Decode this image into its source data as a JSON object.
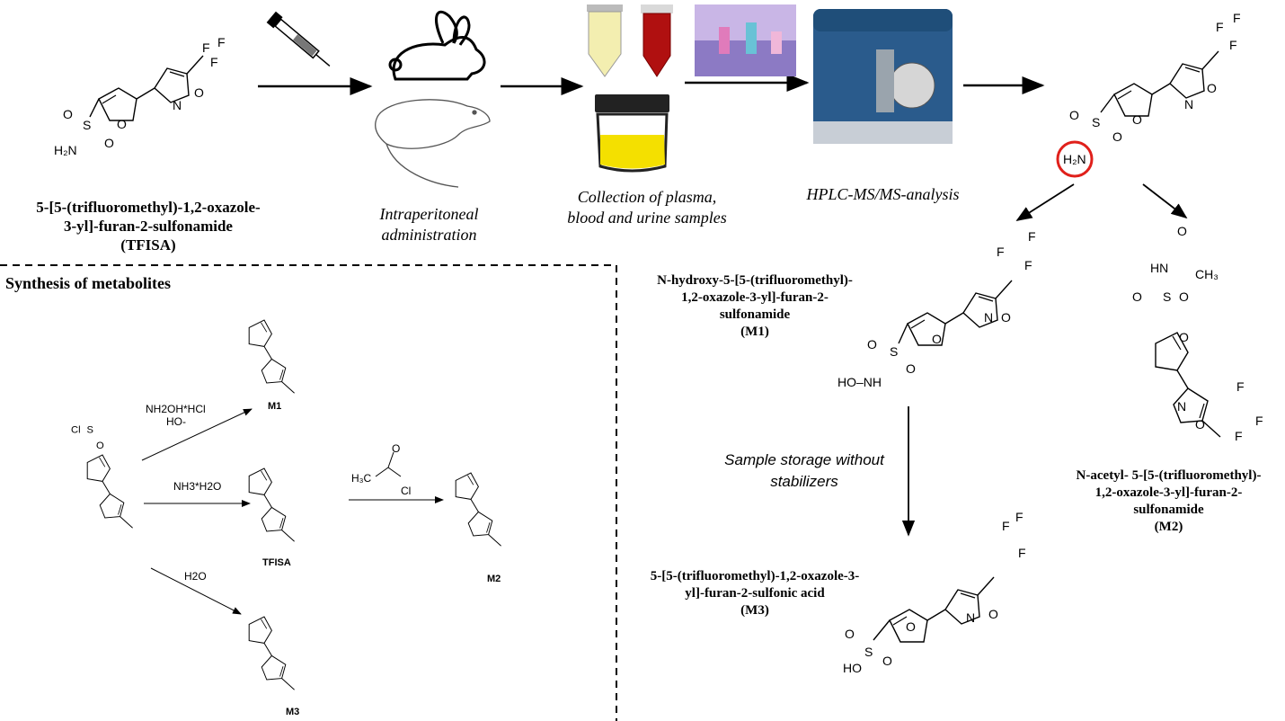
{
  "tfisa": {
    "name_l1": "5-[5-(trifluoromethyl)-1,2-oxazole-",
    "name_l2": "3-yl]-furan-2-sulfonamide",
    "name_l3": "(TFISA)"
  },
  "workflow": {
    "step1_l1": "Intraperitoneal",
    "step1_l2": "administration",
    "step2_l1": "Collection of plasma,",
    "step2_l2": "blood and urine samples",
    "step3": "HPLC-MS/MS-analysis"
  },
  "metabolites": {
    "m1_l1": "N-hydroxy-5-[5-(trifluoromethyl)-",
    "m1_l2": "1,2-oxazole-3-yl]-furan-2-",
    "m1_l3": "sulfonamide",
    "m1_l4": "(M1)",
    "m2_l1": "N-acetyl- 5-[5-(trifluoromethyl)-",
    "m2_l2": "1,2-oxazole-3-yl]-furan-2-",
    "m2_l3": "sulfonamide",
    "m2_l4": "(M2)",
    "m3_l1": "5-[5-(trifluoromethyl)-1,2-oxazole-3-",
    "m3_l2": "yl]-furan-2-sulfonic acid",
    "m3_l3": "(M3)",
    "storage_l1": "Sample storage without",
    "storage_l2": "stabilizers"
  },
  "synthesis": {
    "title": "Synthesis of metabolites",
    "reagent_nh2oh": "NH2OH*HCl",
    "reagent_ho": "HO-",
    "reagent_nh3": "NH3*H2O",
    "reagent_h2o": "H2O",
    "label_m1": "M1",
    "label_m2": "M2",
    "label_m3": "M3",
    "label_tfisa": "TFISA"
  },
  "colors": {
    "highlight_circle": "#e0201b",
    "urine": "#f4e000",
    "blood": "#b01010",
    "instrument": "#1f4e79"
  }
}
